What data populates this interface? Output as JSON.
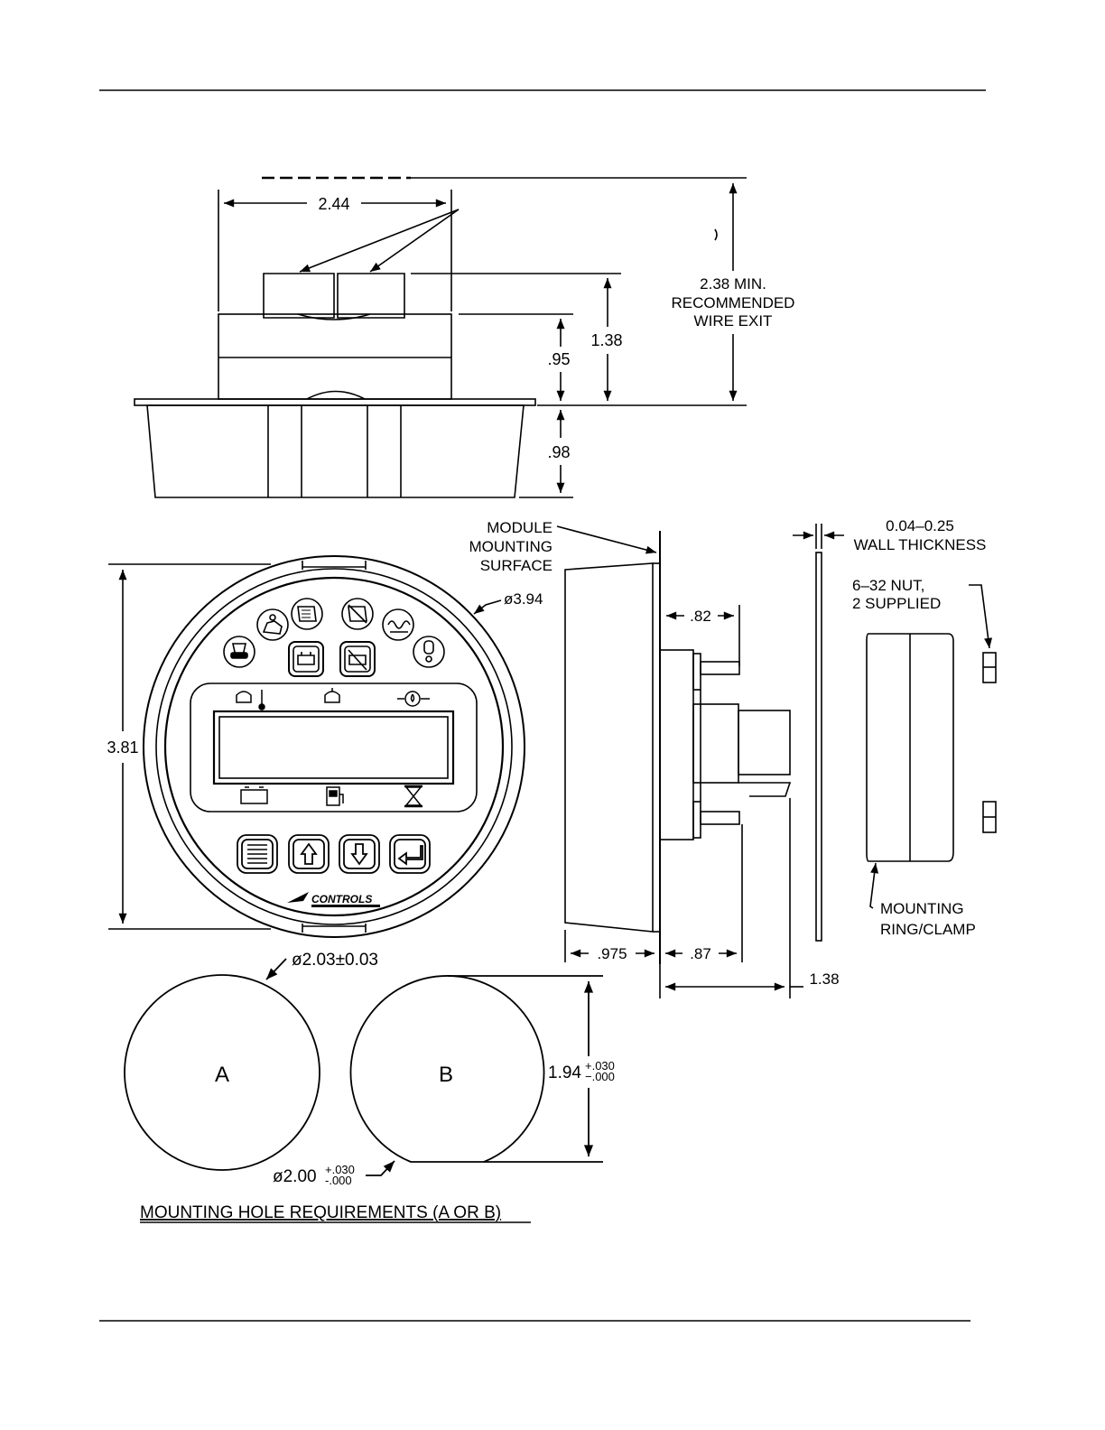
{
  "dims": {
    "top_width": "2.44",
    "wire_exit_value": "2.38",
    "wire_exit_suffix": "MIN.",
    "wire_exit_line2": "RECOMMENDED",
    "wire_exit_line3": "WIRE  EXIT",
    "top_height_138": "1.38",
    "top_height_95": ".95",
    "below_98": ".98",
    "face_diameter": "ø3.94",
    "face_height": "3.81",
    "side_82": ".82",
    "side_975": ".975",
    "side_87": ".87",
    "side_138": "1.38",
    "wall_range": "0.04–0.25",
    "wall_label": "WALL  THICKNESS",
    "hole_a_diameter": "ø2.03±0.03",
    "hole_b_diameter": "ø2.00",
    "hole_b_tol_plus": "+.030",
    "hole_b_tol_minus": "-.000",
    "hole_b_height": "1.94",
    "hole_b_height_tol_plus": "+.030",
    "hole_b_height_tol_minus": "−.000"
  },
  "labels": {
    "module_line1": "MODULE",
    "module_line2": "MOUNTING",
    "module_line3": "SURFACE",
    "nut_line1": "6–32  NUT,",
    "nut_line2": "2  SUPPLIED",
    "ring_line1": "MOUNTING",
    "ring_line2": "RING/CLAMP",
    "hole_a": "A",
    "hole_b": "B",
    "caption": "MOUNTING  HOLE  REQUIREMENTS  (A  OR  B)",
    "logo": "CONTROLS"
  },
  "icons": [
    "engine-stop-icon",
    "engine-start-icon",
    "glow-plug-icon",
    "fault-icon",
    "temperature-icon",
    "oil-pressure-icon",
    "battery-icon",
    "fuel-icon",
    "hourglass-icon",
    "menu-button-icon",
    "up-arrow-icon",
    "down-arrow-icon",
    "enter-icon"
  ]
}
